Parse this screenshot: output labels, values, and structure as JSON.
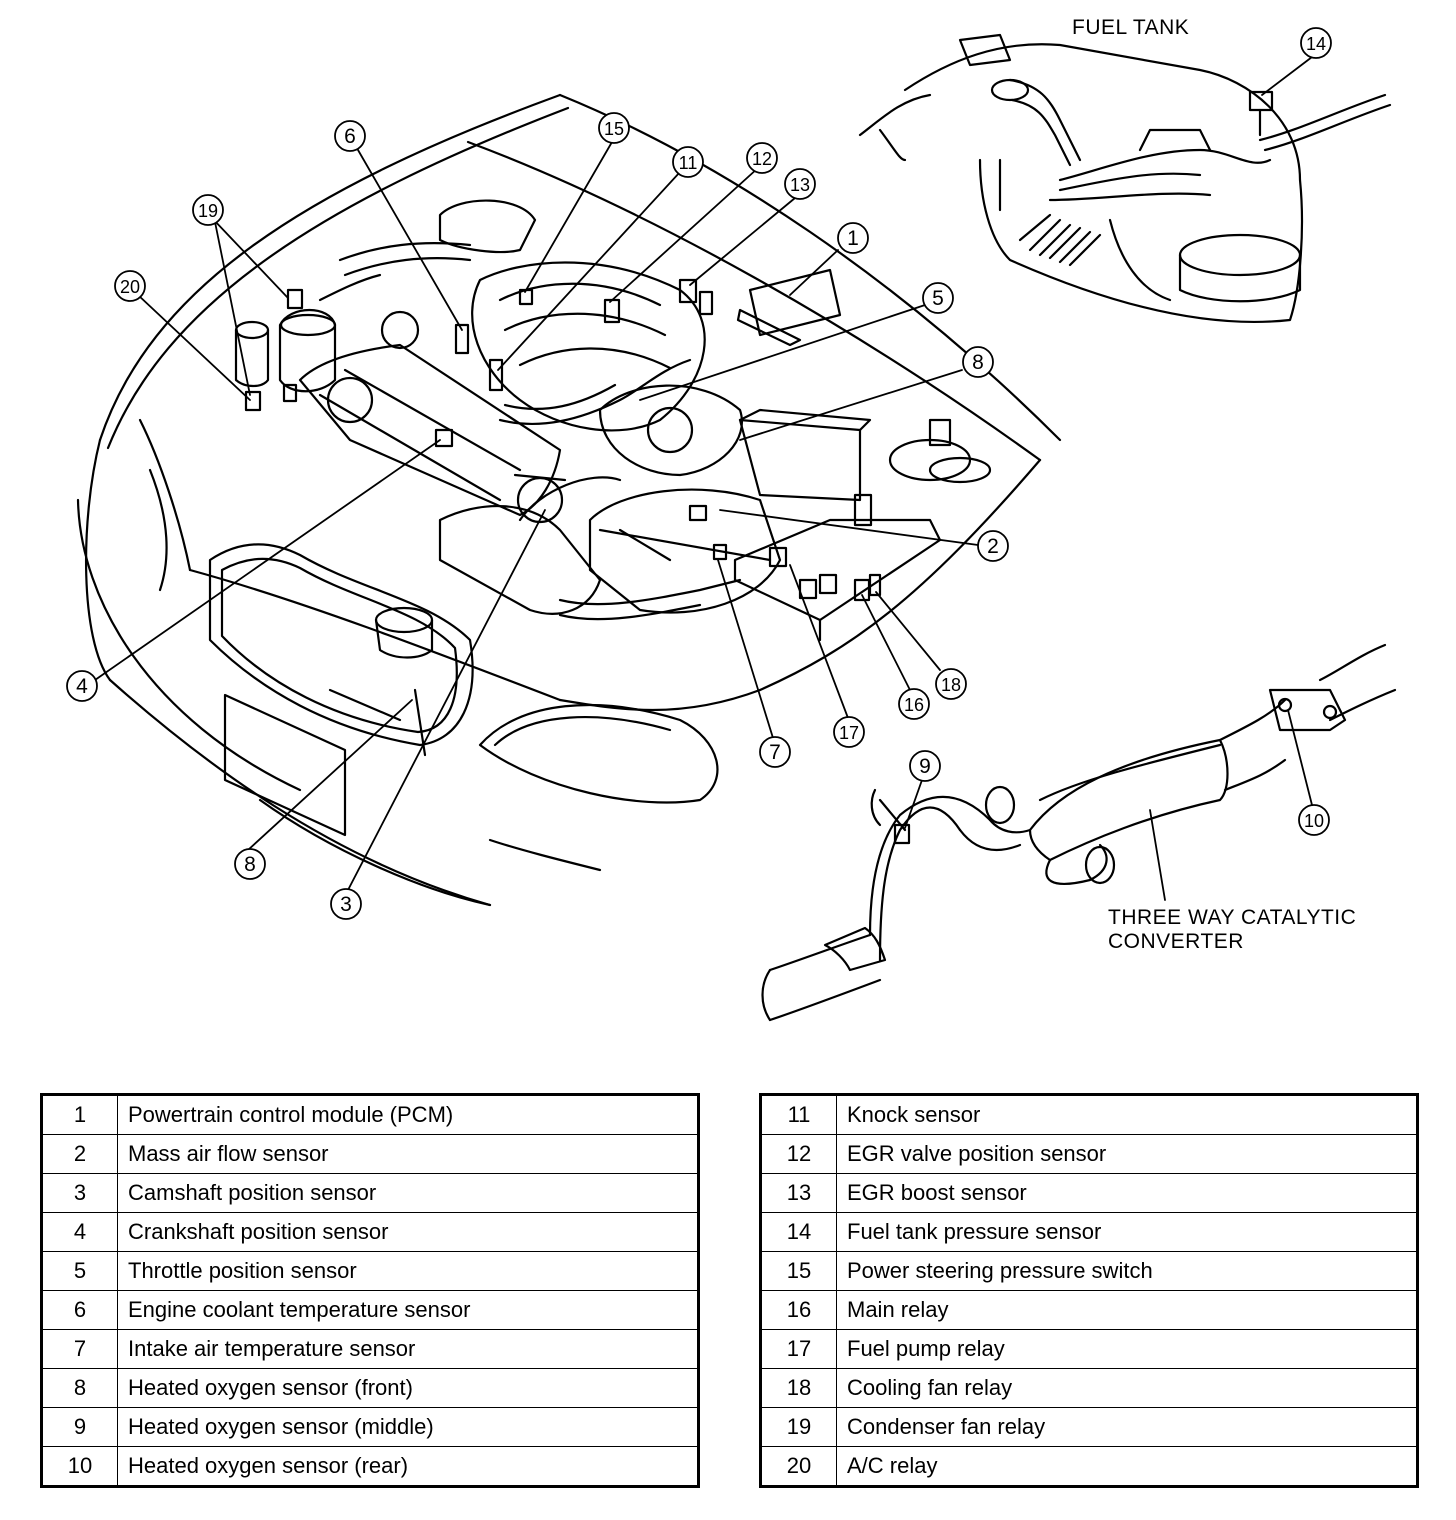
{
  "labels": {
    "fuel_tank": "FUEL TANK",
    "catalytic_line1": "THREE WAY CATALYTIC",
    "catalytic_line2": "CONVERTER"
  },
  "callouts": [
    "1",
    "2",
    "3",
    "4",
    "5",
    "6",
    "7",
    "8",
    "8",
    "9",
    "10",
    "11",
    "12",
    "13",
    "14",
    "15",
    "16",
    "17",
    "18",
    "19",
    "20"
  ],
  "legend_left": [
    {
      "num": "1",
      "desc": "Powertrain control module (PCM)"
    },
    {
      "num": "2",
      "desc": "Mass air flow sensor"
    },
    {
      "num": "3",
      "desc": "Camshaft position sensor"
    },
    {
      "num": "4",
      "desc": "Crankshaft position sensor"
    },
    {
      "num": "5",
      "desc": "Throttle position sensor"
    },
    {
      "num": "6",
      "desc": "Engine coolant temperature sensor"
    },
    {
      "num": "7",
      "desc": "Intake air temperature sensor"
    },
    {
      "num": "8",
      "desc": "Heated oxygen sensor (front)"
    },
    {
      "num": "9",
      "desc": "Heated oxygen sensor (middle)"
    },
    {
      "num": "10",
      "desc": "Heated oxygen sensor (rear)"
    }
  ],
  "legend_right": [
    {
      "num": "11",
      "desc": "Knock sensor"
    },
    {
      "num": "12",
      "desc": "EGR valve position sensor"
    },
    {
      "num": "13",
      "desc": "EGR boost sensor"
    },
    {
      "num": "14",
      "desc": "Fuel tank pressure sensor"
    },
    {
      "num": "15",
      "desc": "Power steering pressure switch"
    },
    {
      "num": "16",
      "desc": "Main relay"
    },
    {
      "num": "17",
      "desc": "Fuel pump relay"
    },
    {
      "num": "18",
      "desc": "Cooling fan relay"
    },
    {
      "num": "19",
      "desc": "Condenser fan relay"
    },
    {
      "num": "20",
      "desc": "A/C relay"
    }
  ]
}
